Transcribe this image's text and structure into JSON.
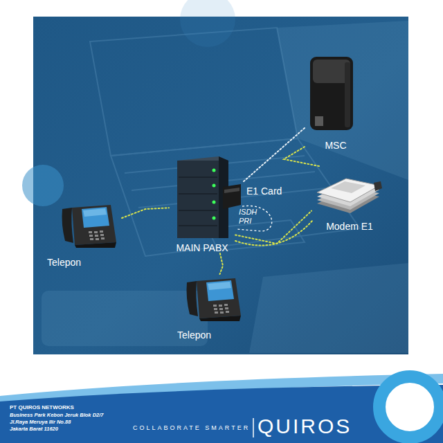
{
  "diagram": {
    "nodes": [
      {
        "text": [
          "MSC"
        ]
      },
      {
        "text": [
          "MAIN PABX"
        ]
      },
      {
        "text": [
          "E1 Card"
        ]
      },
      {
        "text": [
          "Modem E1"
        ]
      },
      {
        "text": [
          "Telepon"
        ]
      },
      {
        "text": [
          "Telepon"
        ]
      }
    ],
    "edges": [
      {
        "from": 0,
        "to": 2,
        "arrow": "none"
      },
      {
        "from": 3,
        "to": 0,
        "arrow": "none"
      },
      {
        "from": 4,
        "to": 1,
        "arrow": "none"
      },
      {
        "from": 1,
        "to": 5,
        "arrow": "none"
      },
      {
        "from": 1,
        "to": 3,
        "arrow": "none"
      }
    ],
    "labels": [
      "ISDH PRI",
      "PT QUIROS NETWORKS",
      "Business Park Kebon Jeruk Blok D2/7",
      "Jl.Raya Meruya Ilir No.88",
      "Jakarta Barat 11620",
      "COLLABORATE SMARTER",
      "QUIROS"
    ]
  }
}
